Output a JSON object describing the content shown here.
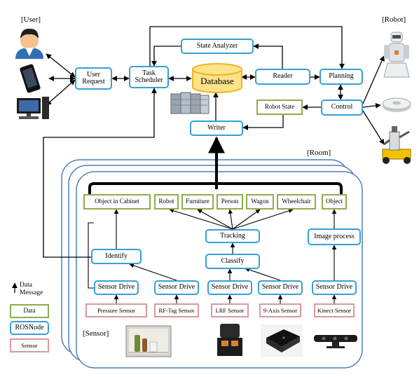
{
  "section_labels": {
    "user": "[User]",
    "robot": "[Robot]",
    "room": "[Room]",
    "sensor": "[Sensor]"
  },
  "nodes": {
    "user_request": "User Request",
    "task_scheduler": "Task Scheduler",
    "state_analyzer": "State Analyzer",
    "database": "Database",
    "reader": "Reader",
    "planning": "Planning",
    "control": "Control",
    "writer": "Writer",
    "tracking": "Tracking",
    "classify": "Classify",
    "image_process": "Image process",
    "identify": "Identify",
    "sensor_drive_1": "Sensor Drive",
    "sensor_drive_2": "Sensor Drive",
    "sensor_drive_3": "Sensor Drive",
    "sensor_drive_4": "Sensor Drive",
    "sensor_drive_5": "Sensor Drive"
  },
  "data_items": {
    "robot_state": "Robot State",
    "object_in_cabinet": "Object in Cabinet",
    "robot": "Robot",
    "furniture": "Furniture",
    "person": "Person",
    "wagon": "Wagon",
    "wheelchair": "Wheelchair",
    "object": "Object"
  },
  "sensors": {
    "pressure": "Pressure Sensor",
    "rftag": "RF-Tag Sensor",
    "lrf": "LRF Sensor",
    "nine_axis": "9-Axis Sensor",
    "kinect": "Kinect Sensor"
  },
  "legend": {
    "message": "Data Message",
    "data": "Data",
    "rosnode": "ROSNode",
    "sensor": "Sensor"
  },
  "colors": {
    "rosnode_border": "#37a0d6",
    "data_border": "#8cad4c",
    "sensor_border": "#d89a98",
    "room_border": "#4f7fb8",
    "database_fill": "#ffe38a",
    "database_stroke": "#f0b323"
  }
}
